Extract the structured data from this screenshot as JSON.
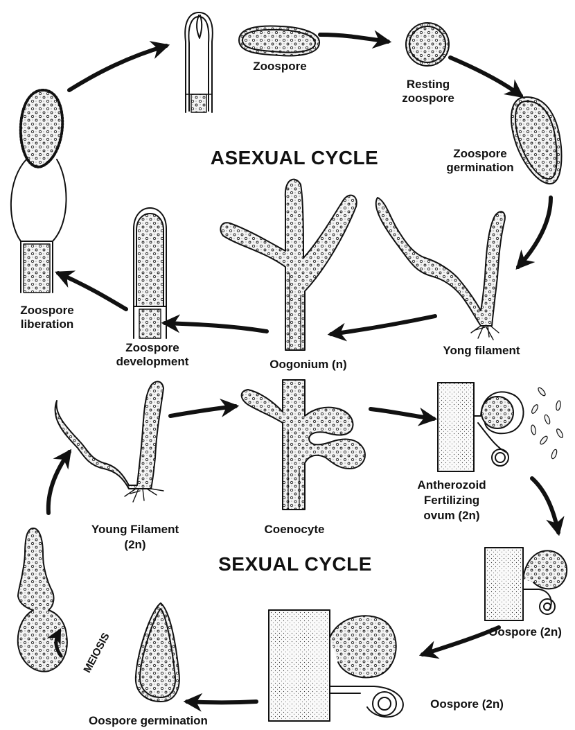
{
  "colors": {
    "ink": "#111111",
    "cell_fill": "#f4f4f4",
    "background": "#ffffff"
  },
  "asexual": {
    "title": "ASEXUAL CYCLE",
    "labels": {
      "zoospore": "Zoospore",
      "resting_l1": "Resting",
      "resting_l2": "zoospore",
      "germination_l1": "Zoospore",
      "germination_l2": "germination",
      "yong_filament": "Yong  filament",
      "oogonium": "Oogonium (n)",
      "development_l1": "Zoospore",
      "development_l2": "development",
      "liberation_l1": "Zoospore",
      "liberation_l2": "liberation"
    }
  },
  "sexual": {
    "title": "SEXUAL CYCLE",
    "labels": {
      "young_filament_l1": "Young Filament",
      "young_filament_l2": "(2n)",
      "coenocyte": "Coenocyte",
      "antherozoid_l1": "Antherozoid",
      "antherozoid_l2": "Fertilizing",
      "antherozoid_l3": "ovum (2n)",
      "oospore_right": "Oospore (2n)",
      "oospore_bottom": "Oospore (2n)",
      "oospore_germination": "Oospore germination",
      "meiosis": "MEIOSIS"
    }
  }
}
